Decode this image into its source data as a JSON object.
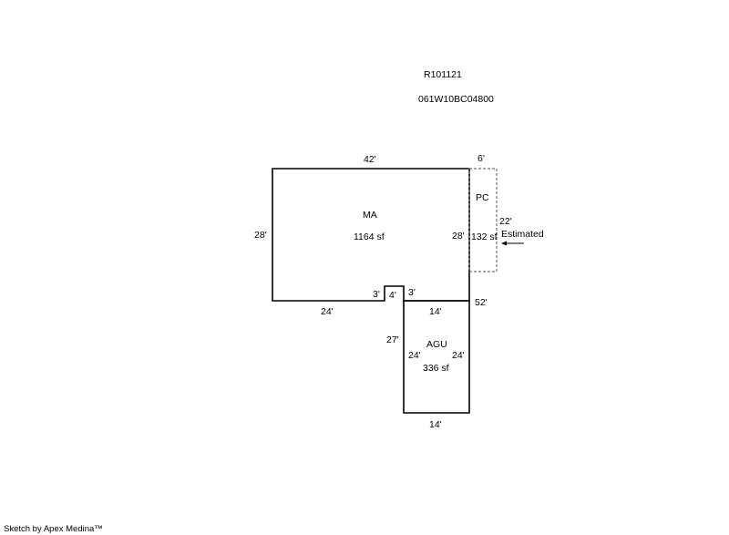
{
  "header": {
    "parcel_number": "R101121",
    "map_number": "061W10BC04800"
  },
  "areas": {
    "main": {
      "code": "MA",
      "size": "1164 sf"
    },
    "porch": {
      "code": "PC",
      "size": "132 sf"
    },
    "garage": {
      "code": "AGU",
      "size": "336 sf"
    }
  },
  "dimensions": {
    "main_top": "42'",
    "main_left": "28'",
    "main_right": "28'",
    "main_bottom": "24'",
    "notch_left": "3'",
    "notch_width": "4'",
    "notch_right": "3'",
    "porch_top": "6'",
    "porch_right": "22'",
    "total_right": "52'",
    "garage_top": "14'",
    "garage_outer_left": "27'",
    "garage_inner_left": "24'",
    "garage_inner_right": "24'",
    "garage_bottom": "14'"
  },
  "annotations": {
    "estimated": "Estimated"
  },
  "footer": {
    "credit": "Sketch by Apex Medina™"
  },
  "colors": {
    "outline": "#000000",
    "dashed_outline": "#707070",
    "background": "#ffffff"
  }
}
